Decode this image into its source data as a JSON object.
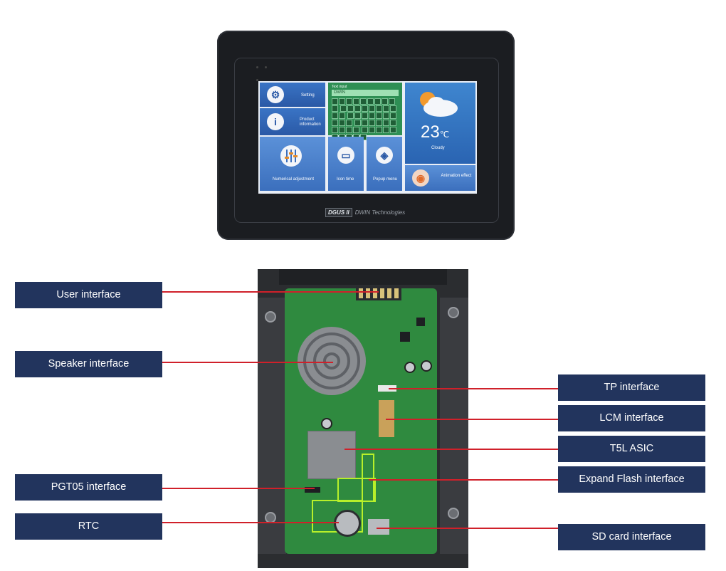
{
  "device": {
    "brand_badge": "DGUS II",
    "brand_text": "DWIN Technologies",
    "screen": {
      "setting": "Setting",
      "product_information": "Product information",
      "numerical_adjustment": "Numerical adjustment",
      "icon_tile": "Icon time",
      "popup_menu": "Popup menu",
      "animation_effect": "Animation effect",
      "keyboard_title": "Text input",
      "keyboard_value": "DWIN",
      "temperature": "23",
      "temperature_unit": "℃",
      "weather": "Cloudy"
    }
  },
  "labels": {
    "user_interface": "User interface",
    "speaker_interface": "Speaker interface",
    "pgt05_interface": "PGT05 interface",
    "rtc": "RTC",
    "tp_interface": "TP interface",
    "lcm_interface": "LCM interface",
    "t5l_asic": "T5L ASIC",
    "expand_flash_interface": "Expand Flash interface",
    "sd_card_interface": "SD card interface"
  },
  "colors": {
    "label_bg": "#22345d",
    "leader_line": "#d0202a",
    "pcb": "#2f8a3f",
    "highlight": "#b8f02a"
  }
}
